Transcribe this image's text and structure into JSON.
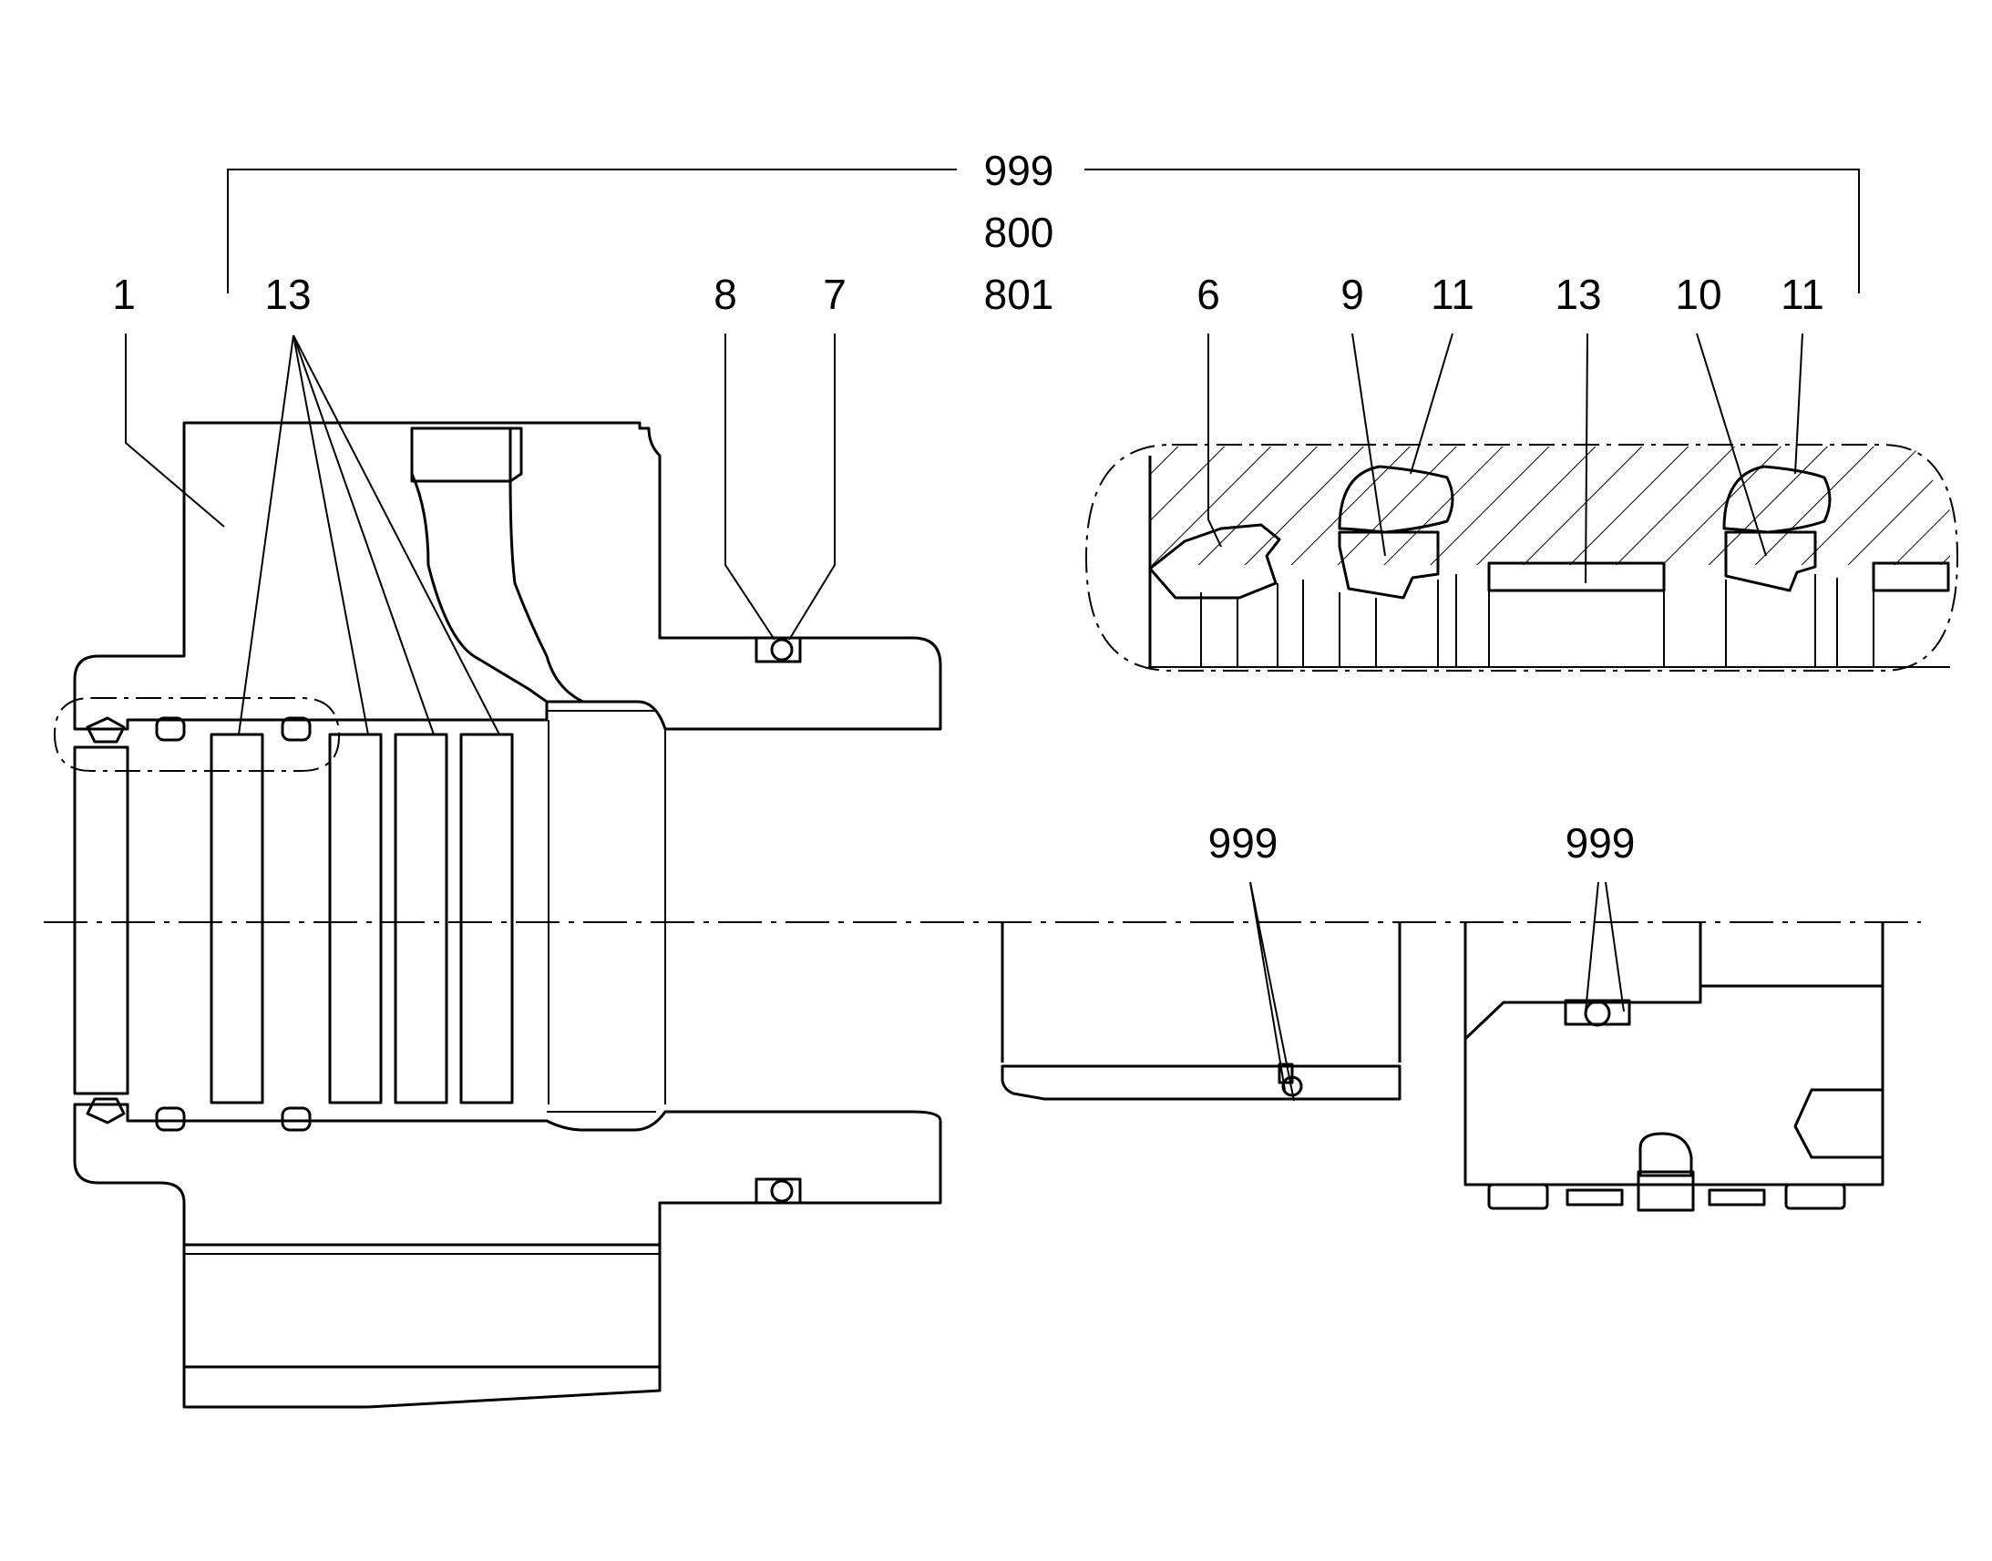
{
  "drawing": {
    "labels": {
      "assembly_top": "999",
      "assembly_mid": "800",
      "assembly_bottom": "801",
      "part_1": "1",
      "part_13_left": "13",
      "part_8": "8",
      "part_7": "7",
      "part_6": "6",
      "part_9": "9",
      "part_11_a": "11",
      "part_13_right": "13",
      "part_10": "10",
      "part_11_b": "11",
      "ref_999_mid": "999",
      "ref_999_right": "999"
    }
  },
  "colors": {
    "line": "#000000",
    "background": "#ffffff"
  }
}
